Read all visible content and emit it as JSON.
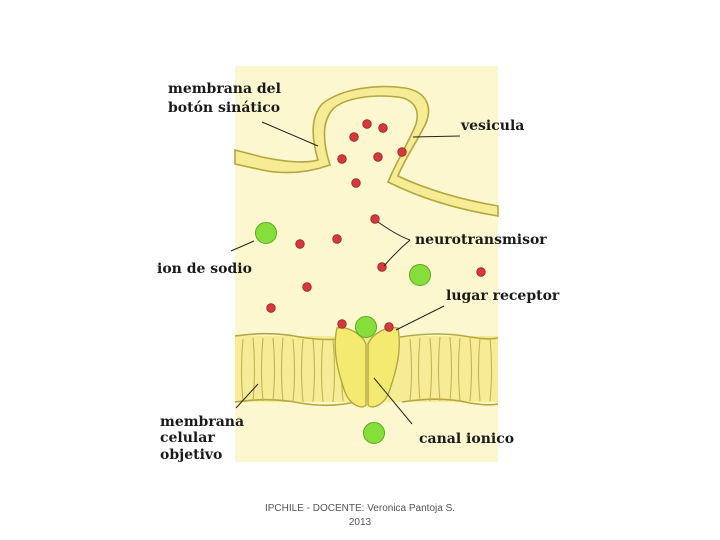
{
  "colors": {
    "panel": "#fdf7cf",
    "membrane_fill": "#f6ec96",
    "membrane_stroke": "#b5a63e",
    "channel_fill": "#f5ea70",
    "neurotransmitter": "#d43a3a",
    "sodium_ion": "#86de3a",
    "leader_line": "#222222"
  },
  "labels": {
    "presynaptic_membrane_line1": "membrana del",
    "presynaptic_membrane_line2": "botón sinático",
    "vesicle": "vesicula",
    "neurotransmitter": "neurotransmisor",
    "sodium_ion": "ion de sodio",
    "receptor_site": "lugar receptor",
    "target_membrane_line1": "membrana",
    "target_membrane_line2": "celular",
    "target_membrane_line3": "objetivo",
    "ion_channel": "canal ionico"
  },
  "footer": {
    "line1": "IPCHILE - DOCENTE: Veronica Pantoja S.",
    "line2": "2013"
  }
}
